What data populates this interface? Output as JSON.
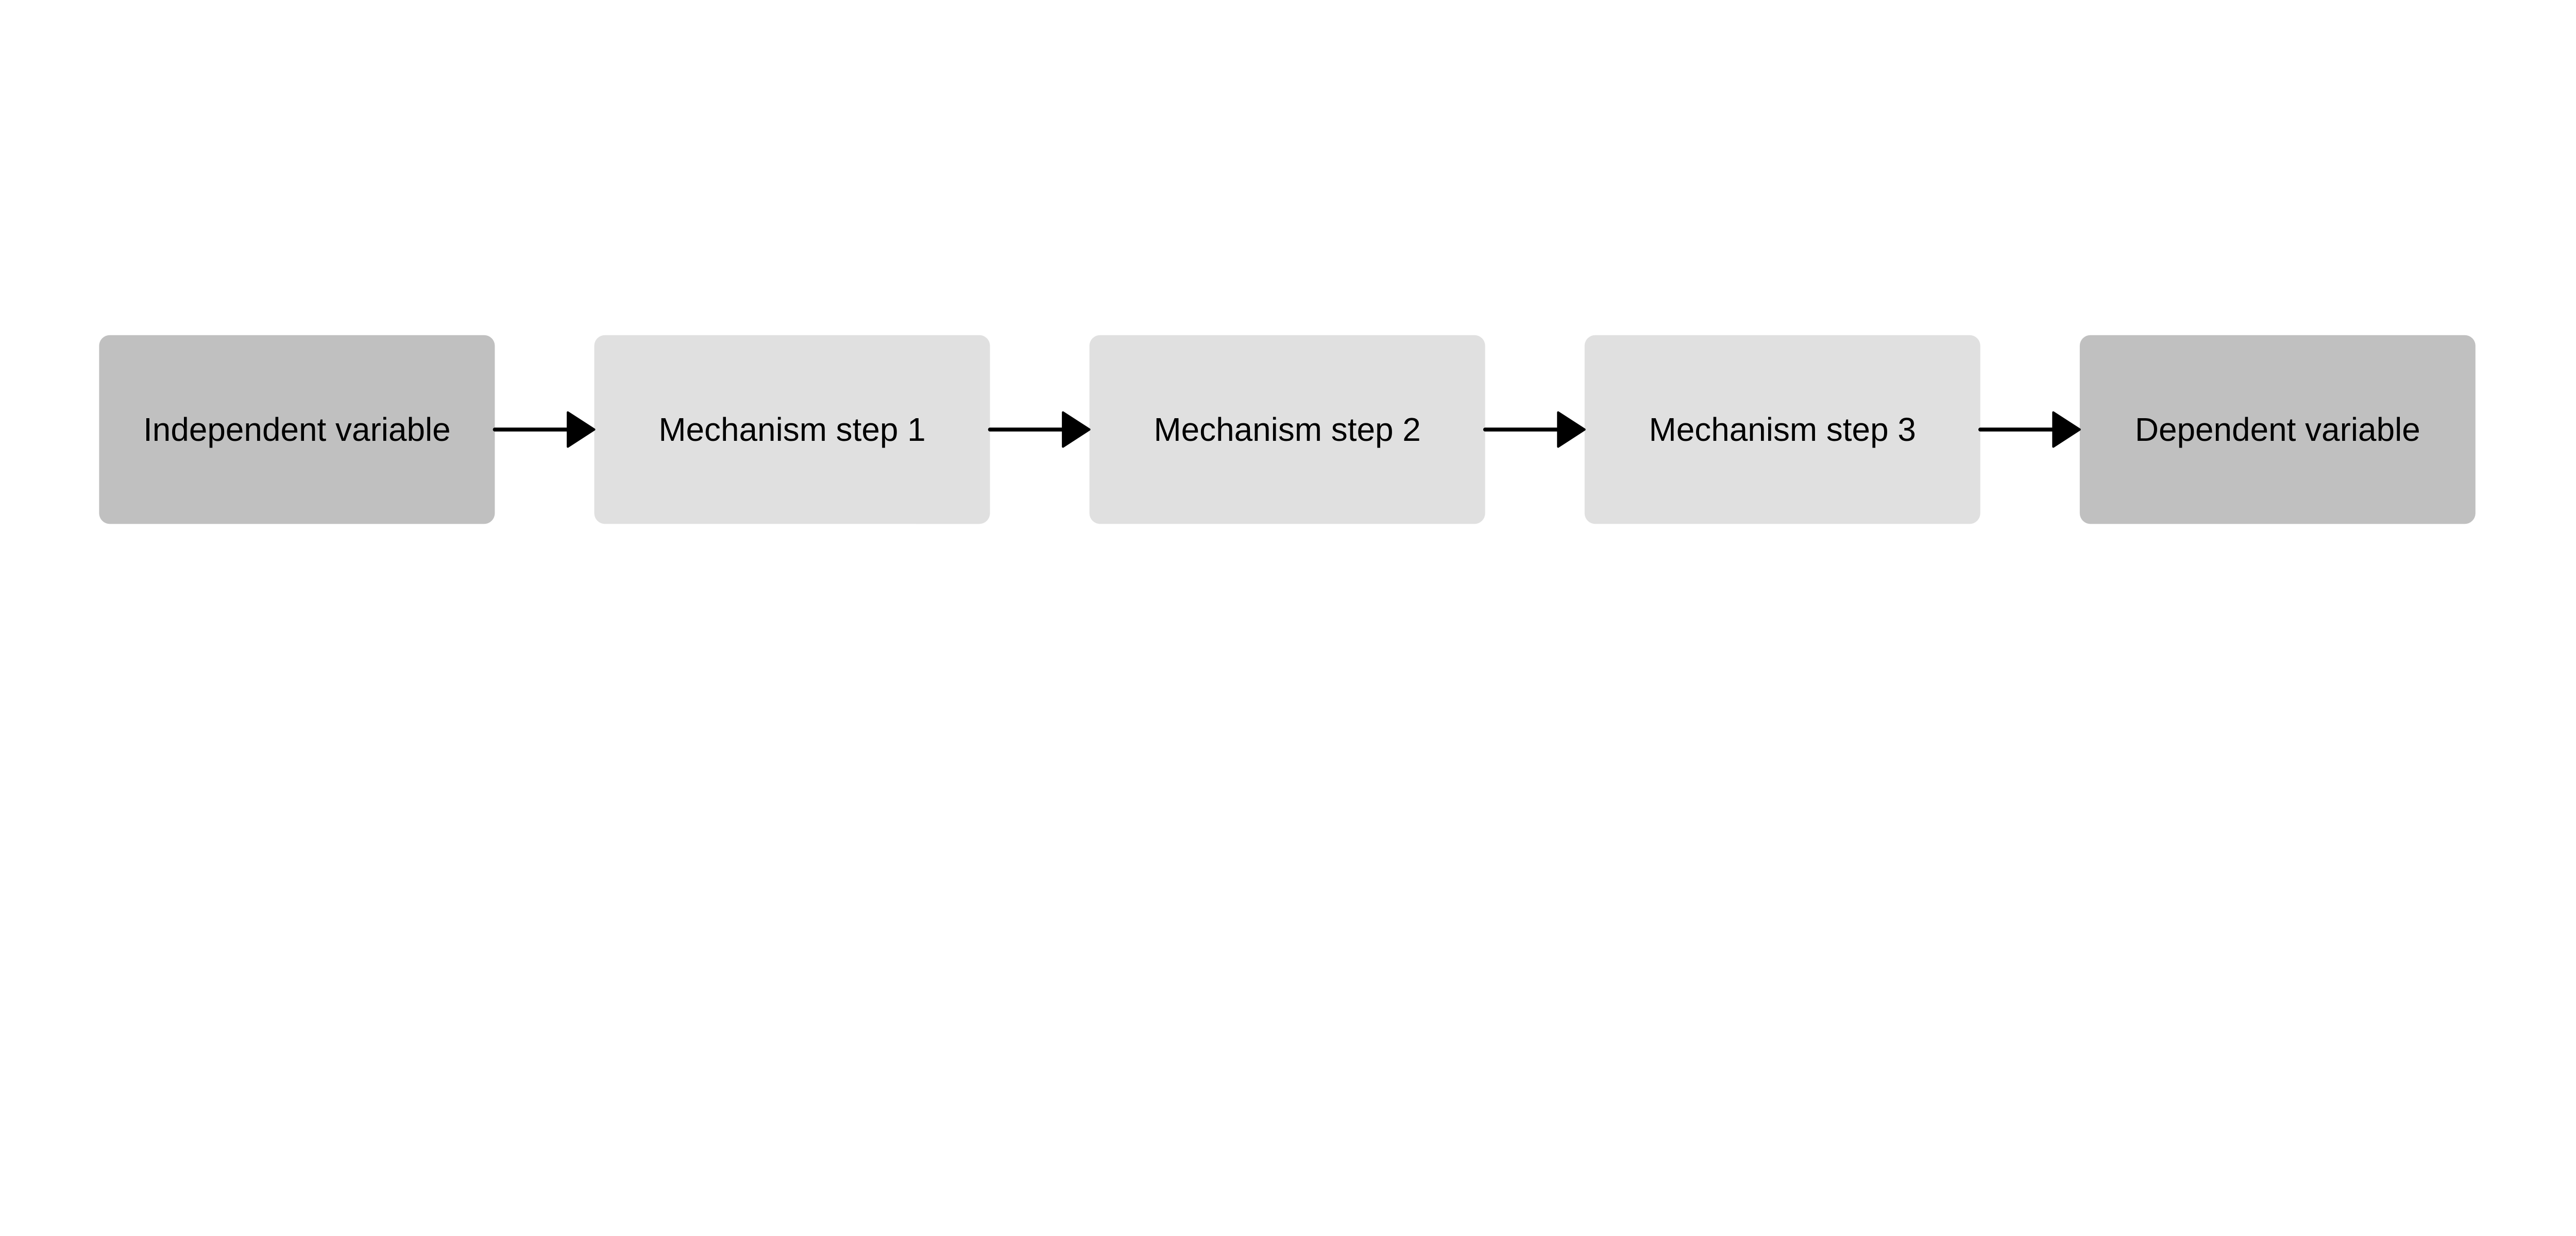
{
  "diagram": {
    "type": "flowchart",
    "direction": "left-to-right",
    "nodes": [
      {
        "id": "iv",
        "label": "Independent variable",
        "fill": "#c0c0c0"
      },
      {
        "id": "m1",
        "label": "Mechanism step 1",
        "fill": "#e0e0e0"
      },
      {
        "id": "m2",
        "label": "Mechanism step 2",
        "fill": "#e0e0e0"
      },
      {
        "id": "m3",
        "label": "Mechanism step 3",
        "fill": "#e0e0e0"
      },
      {
        "id": "dv",
        "label": "Dependent variable",
        "fill": "#c0c0c0"
      }
    ],
    "edges": [
      {
        "from": "iv",
        "to": "m1"
      },
      {
        "from": "m1",
        "to": "m2"
      },
      {
        "from": "m2",
        "to": "m3"
      },
      {
        "from": "m3",
        "to": "dv"
      }
    ],
    "arrow_color": "#000000",
    "background": "#ffffff"
  }
}
